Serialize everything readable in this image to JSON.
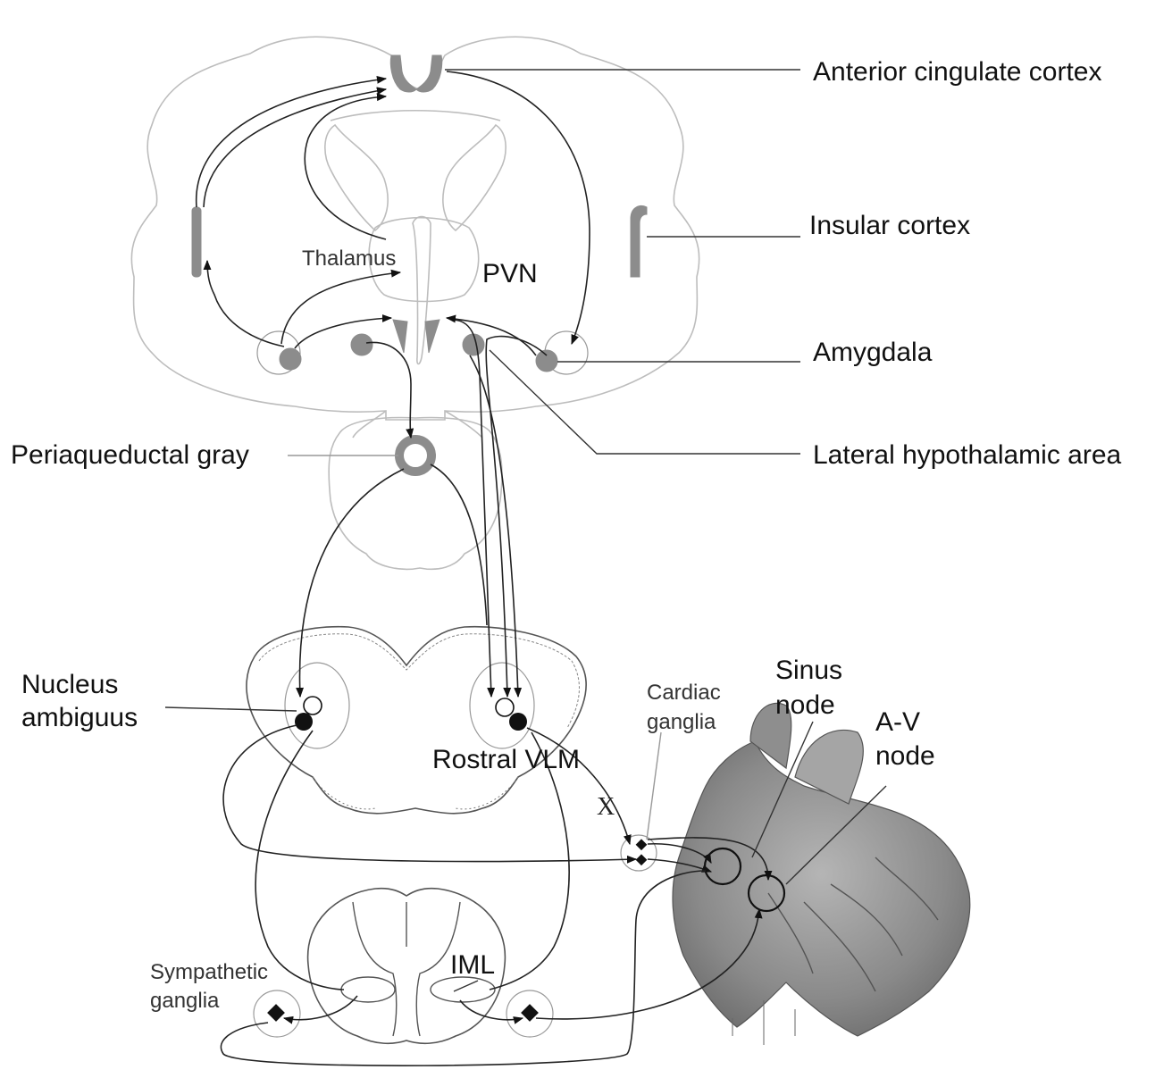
{
  "labels": {
    "anterior_cingulate_cortex": "Anterior cingulate cortex",
    "insular_cortex": "Insular cortex",
    "thalamus": "Thalamus",
    "pvn": "PVN",
    "amygdala": "Amygdala",
    "lateral_hypothalamic_area": "Lateral hypothalamic area",
    "periaqueductal_gray": "Periaqueductal gray",
    "nucleus_ambiguus_line1": "Nucleus",
    "nucleus_ambiguus_line2": "ambiguus",
    "rostral_vlm": "Rostral VLM",
    "cardiac_ganglia_line1": "Cardiac",
    "cardiac_ganglia_line2": "ganglia",
    "sinus_node_line1": "Sinus",
    "sinus_node_line2": "node",
    "av_node_line1": "A-V",
    "av_node_line2": "node",
    "vagus_nerve": "X",
    "iml": "IML",
    "sympathetic_ganglia_line1": "Sympathetic",
    "sympathetic_ganglia_line2": "ganglia"
  },
  "colors": {
    "region_fill": "#8c8c8c",
    "outline": "#bdbdbd",
    "pathway": "#222222",
    "heart_fill": "#9a9a9a"
  }
}
